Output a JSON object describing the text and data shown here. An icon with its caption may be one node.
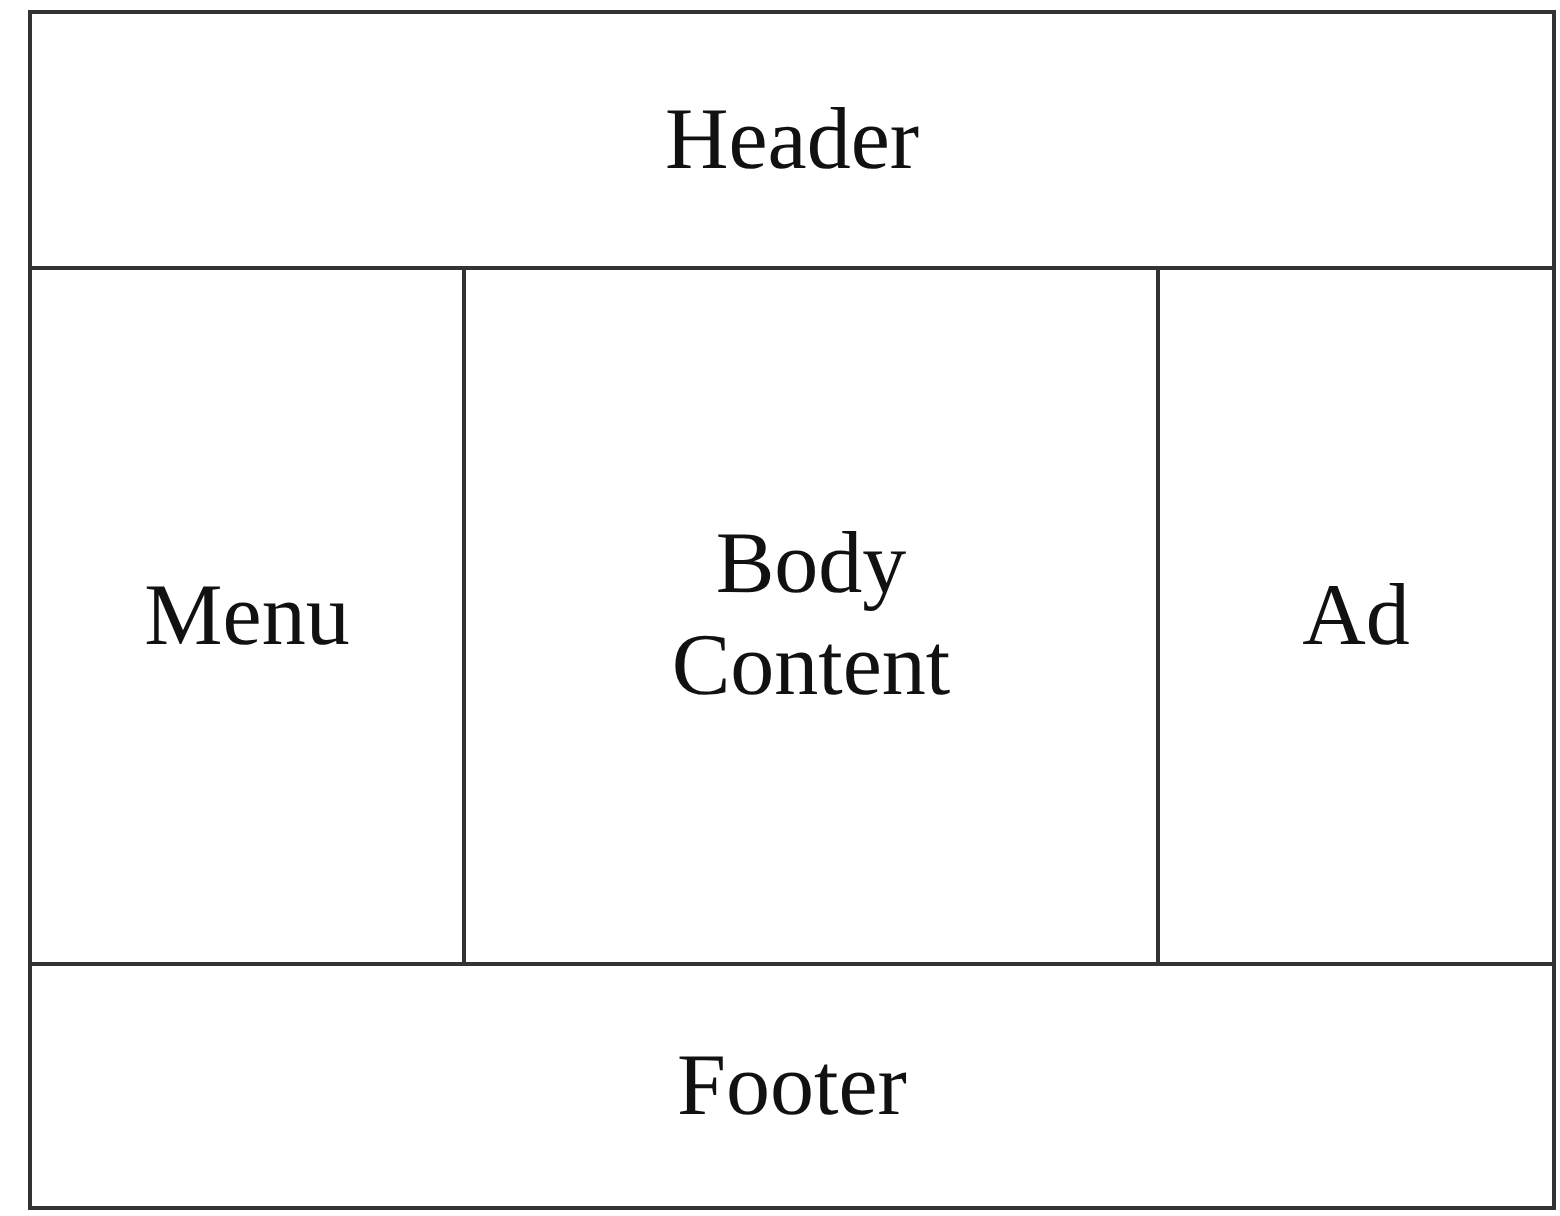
{
  "diagram": {
    "nodes": [
      {
        "text": [
          "Header"
        ]
      },
      {
        "text": [
          "Menu"
        ]
      },
      {
        "text": [
          "Body Content"
        ]
      },
      {
        "text": [
          "Ad"
        ]
      },
      {
        "text": [
          "Footer"
        ]
      }
    ]
  }
}
